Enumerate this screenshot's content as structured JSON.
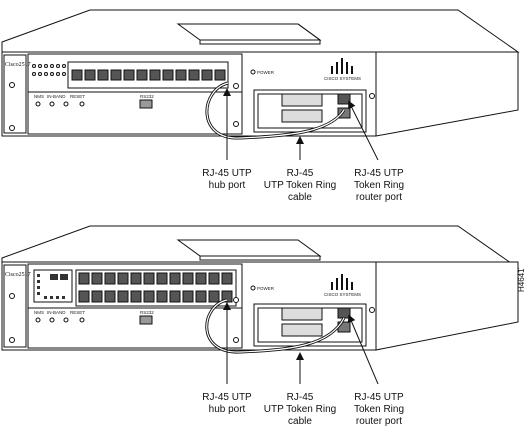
{
  "figure_id": "H4641",
  "unit_brand": "Cisco2517",
  "panel_labels": {
    "nms": "NMS",
    "in_band": "IN-BAND",
    "reset": "RESET",
    "rs232": "RS232",
    "power": "POWER"
  },
  "logo_text": "CISCO SYSTEMS",
  "diagrams": [
    {
      "callouts": {
        "hub_port": [
          "RJ-45 UTP",
          "hub port"
        ],
        "cable": [
          "RJ-45",
          "UTP Token Ring",
          "cable"
        ],
        "router_port": [
          "RJ-45 UTP",
          "Token Ring",
          "router port"
        ]
      }
    },
    {
      "callouts": {
        "hub_port": [
          "RJ-45 UTP",
          "hub port"
        ],
        "cable": [
          "RJ-45",
          "UTP Token Ring",
          "cable"
        ],
        "router_port": [
          "RJ-45 UTP",
          "Token Ring",
          "router port"
        ]
      }
    }
  ]
}
